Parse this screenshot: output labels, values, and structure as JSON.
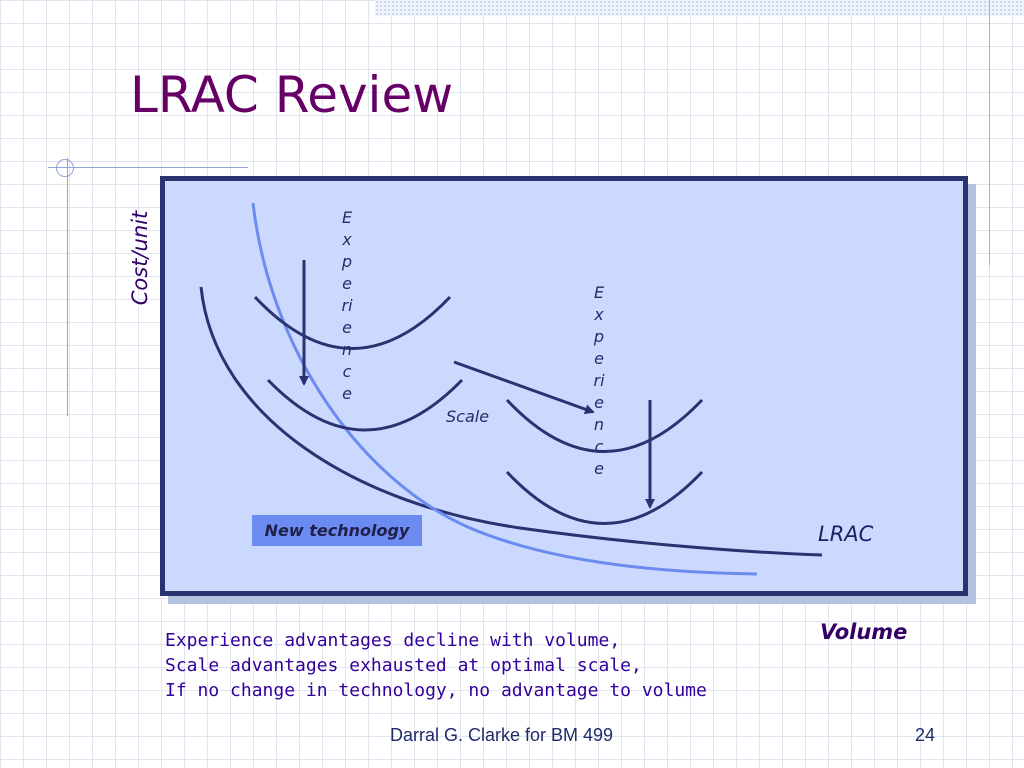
{
  "title": "LRAC Review",
  "y_axis_label": "Cost/unit",
  "x_axis_label": "Volume",
  "labels": {
    "experience_letters": [
      "E",
      "x",
      "p",
      "e",
      "ri",
      "e",
      "n",
      "c",
      "e"
    ],
    "scale": "Scale",
    "lrac": "LRAC",
    "new_technology": "New technology"
  },
  "notes": [
    "Experience advantages decline with volume,",
    "Scale advantages exhausted at optimal scale,",
    "If no change in technology, no advantage to volume"
  ],
  "footer": "Darral G. Clarke for BM 499",
  "page_number": "24",
  "colors": {
    "title": "#660066",
    "box_fill": "#ccd9ff",
    "box_border": "#2b3270",
    "curve": "#2b3270",
    "new_tech_curve": "#6b8bf0",
    "text_blue": "#330099"
  }
}
